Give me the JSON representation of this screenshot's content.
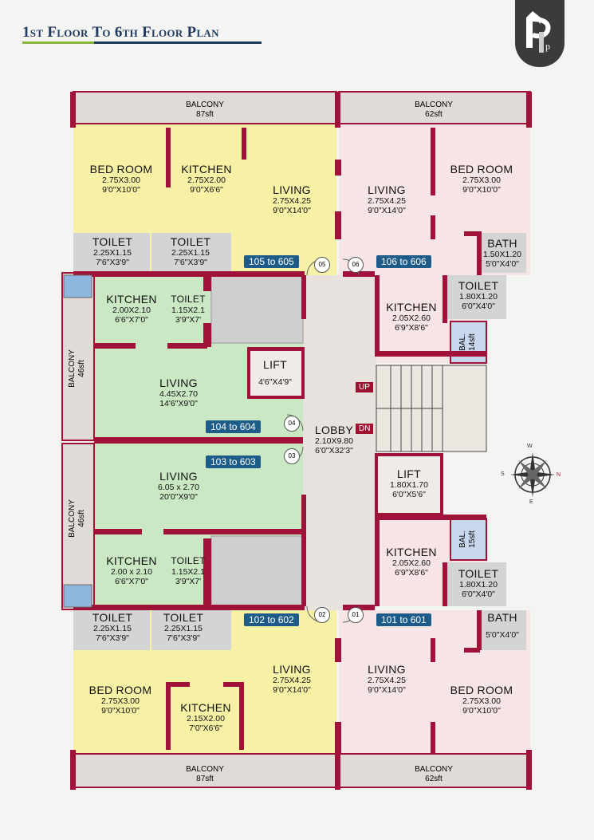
{
  "title": "1st Floor To 6th Floor Plan",
  "colors": {
    "wall": "#a0123a",
    "yellow": "#f7f1a6",
    "pink": "#f7e4e4",
    "green": "#c9e8c3",
    "grey": "#d4d4d4",
    "lobby": "#e8e2de",
    "balcony": "#e0dbd6"
  },
  "balconies": [
    {
      "name": "BALCONY",
      "area": "87sft"
    },
    {
      "name": "BALCONY",
      "area": "62sft"
    },
    {
      "name": "BALCONY",
      "area": "46sft"
    },
    {
      "name": "BALCONY",
      "area": "46sft"
    },
    {
      "name": "BALCONY",
      "area": "87sft"
    },
    {
      "name": "BALCONY",
      "area": "62sft"
    },
    {
      "name": "BAL.",
      "area": "14sft"
    },
    {
      "name": "BAL.",
      "area": "15sft"
    }
  ],
  "rooms": [
    {
      "name": "BED ROOM",
      "m": "2.75X3.00",
      "f": "9'0\"X10'0\""
    },
    {
      "name": "KITCHEN",
      "m": "2.75X2.00",
      "f": "9'0\"X6'6\""
    },
    {
      "name": "LIVING",
      "m": "2.75X4.25",
      "f": "9'0\"X14'0\""
    },
    {
      "name": "LIVING",
      "m": "2.75X4.25",
      "f": "9'0\"X14'0\""
    },
    {
      "name": "BED ROOM",
      "m": "2.75X3.00",
      "f": "9'0\"X10'0\""
    },
    {
      "name": "TOILET",
      "m": "2.25X1.15",
      "f": "7'6\"X3'9\""
    },
    {
      "name": "TOILET",
      "m": "2.25X1.15",
      "f": "7'6\"X3'9\""
    },
    {
      "name": "BATH",
      "m": "1.50X1.20",
      "f": "5'0\"X4'0\""
    },
    {
      "name": "KITCHEN",
      "m": "2.00X2.10",
      "f": "6'6\"X7'0\""
    },
    {
      "name": "TOILET",
      "m": "1.15X2.1",
      "f": "3'9\"X7'"
    },
    {
      "name": "KITCHEN",
      "m": "2.05X2.60",
      "f": "6'9\"X8'6\""
    },
    {
      "name": "TOILET",
      "m": "1.80X1.20",
      "f": "6'0\"X4'0\""
    },
    {
      "name": "LIFT",
      "m": "",
      "f": "4'6\"X4'9\""
    },
    {
      "name": "LIVING",
      "m": "4.45X2.70",
      "f": "14'6\"X9'0\""
    },
    {
      "name": "LOBBY",
      "m": "2.10X9.80",
      "f": "6'0\"X32'3\""
    },
    {
      "name": "LIVING",
      "m": "6.05 x 2.70",
      "f": "20'0\"X9'0\""
    },
    {
      "name": "LIFT",
      "m": "1.80X1.70",
      "f": "6'0\"X5'6\""
    },
    {
      "name": "KITCHEN",
      "m": "2.05X2.60",
      "f": "6'9\"X8'6\""
    },
    {
      "name": "KITCHEN",
      "m": "2.00 x 2.10",
      "f": "6'6\"X7'0\""
    },
    {
      "name": "TOILET",
      "m": "1.15X2.1",
      "f": "3'9\"X7'"
    },
    {
      "name": "TOILET",
      "m": "1.80X1.20",
      "f": "6'0\"X4'0\""
    },
    {
      "name": "TOILET",
      "m": "2.25X1.15",
      "f": "7'6\"X3'9\""
    },
    {
      "name": "TOILET",
      "m": "2.25X1.15",
      "f": "7'6\"X3'9\""
    },
    {
      "name": "BATH",
      "m": "",
      "f": "5'0\"X4'0\""
    },
    {
      "name": "LIVING",
      "m": "2.75X4.25",
      "f": "9'0\"X14'0\""
    },
    {
      "name": "LIVING",
      "m": "2.75X4.25",
      "f": "9'0\"X14'0\""
    },
    {
      "name": "BED ROOM",
      "m": "2.75X3.00",
      "f": "9'0\"X10'0\""
    },
    {
      "name": "KITCHEN",
      "m": "2.15X2.00",
      "f": "7'0\"X6'6\""
    },
    {
      "name": "BED ROOM",
      "m": "2.75X3.00",
      "f": "9'0\"X10'0\""
    }
  ],
  "units": [
    "105 to 605",
    "106 to 606",
    "104 to 604",
    "103 to 603",
    "102 to 602",
    "101 to 601"
  ],
  "doors": [
    "05",
    "06",
    "04",
    "03",
    "02",
    "01"
  ],
  "stairs": {
    "up": "UP",
    "dn": "DN"
  },
  "compass": {
    "w": "W",
    "s": "S",
    "n": "N",
    "e": "E"
  }
}
